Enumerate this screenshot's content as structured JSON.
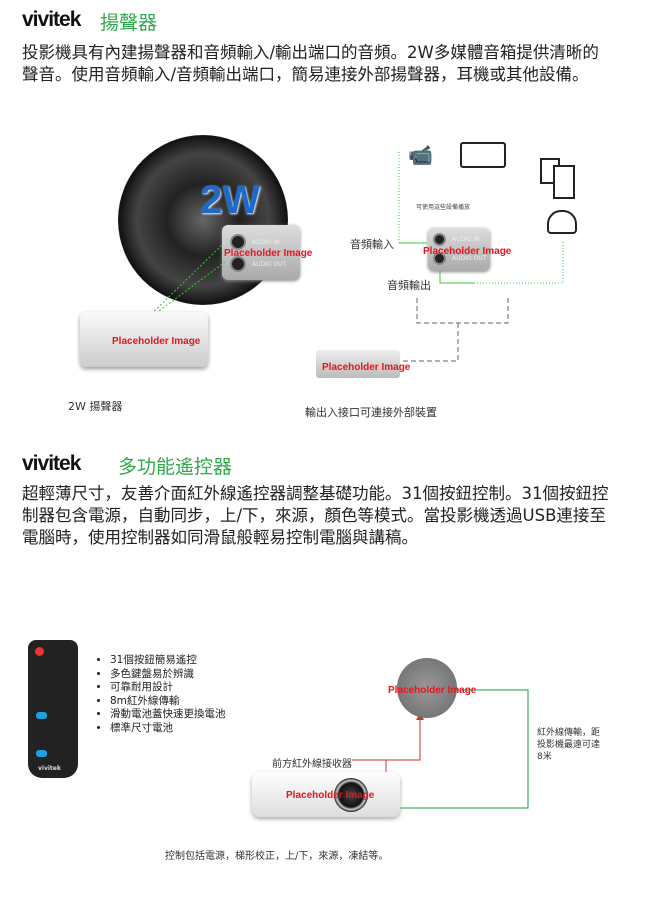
{
  "section1": {
    "logo": "vivitek",
    "title": "揚聲器",
    "paragraph": "投影機具有內建揚聲器和音頻輸入/輸出端口的音頻。2W多媒體音箱提供清晰的聲音。使用音頻輸入/音頻輸出端口，簡易連接外部揚聲器，耳機或其他設備。",
    "speaker_badge": "2W",
    "audio_in_label": "AUDIO IN",
    "audio_out_label": "AUDIO OUT",
    "placeholder": "Placeholder Image",
    "devices_note": "可使用這些設備播放",
    "audio_input": "音頻輸入",
    "audio_output": "音頻輸出",
    "caption_left": "2W 揚聲器",
    "caption_right": "輸出入接口可連接外部裝置"
  },
  "section2": {
    "logo": "vivitek",
    "title": "多功能遙控器",
    "paragraph": "超輕薄尺寸，友善介面紅外線遙控器調整基礎功能。31個按鈕控制。31個按鈕控制器包含電源，自動同步，上/下，來源，顏色等模式。當投影機透過USB連接至電腦時，使用控制器如同滑鼠般輕易控制電腦與講稿。",
    "bullets": [
      "31個按鈕簡易遙控",
      "多色鍵盤易於辨識",
      "可靠耐用設計",
      "8m紅外線傳輸",
      "滑動電池蓋快速更換電池",
      "標準尺寸電池"
    ],
    "remote_logo": "vivitek",
    "placeholder": "Placeholder Image",
    "front_ir": "前方紅外線接收器",
    "ir_note": "紅外線傳輸，距投影機最遠可達8米",
    "caption": "控制包括電源，梯形校正，上/下，來源，凍結等。"
  },
  "colors": {
    "accent": "#2eaa4a",
    "placeholder": "#e8141e",
    "line_green": "#1a9a4a",
    "line_red": "#c0392b"
  }
}
